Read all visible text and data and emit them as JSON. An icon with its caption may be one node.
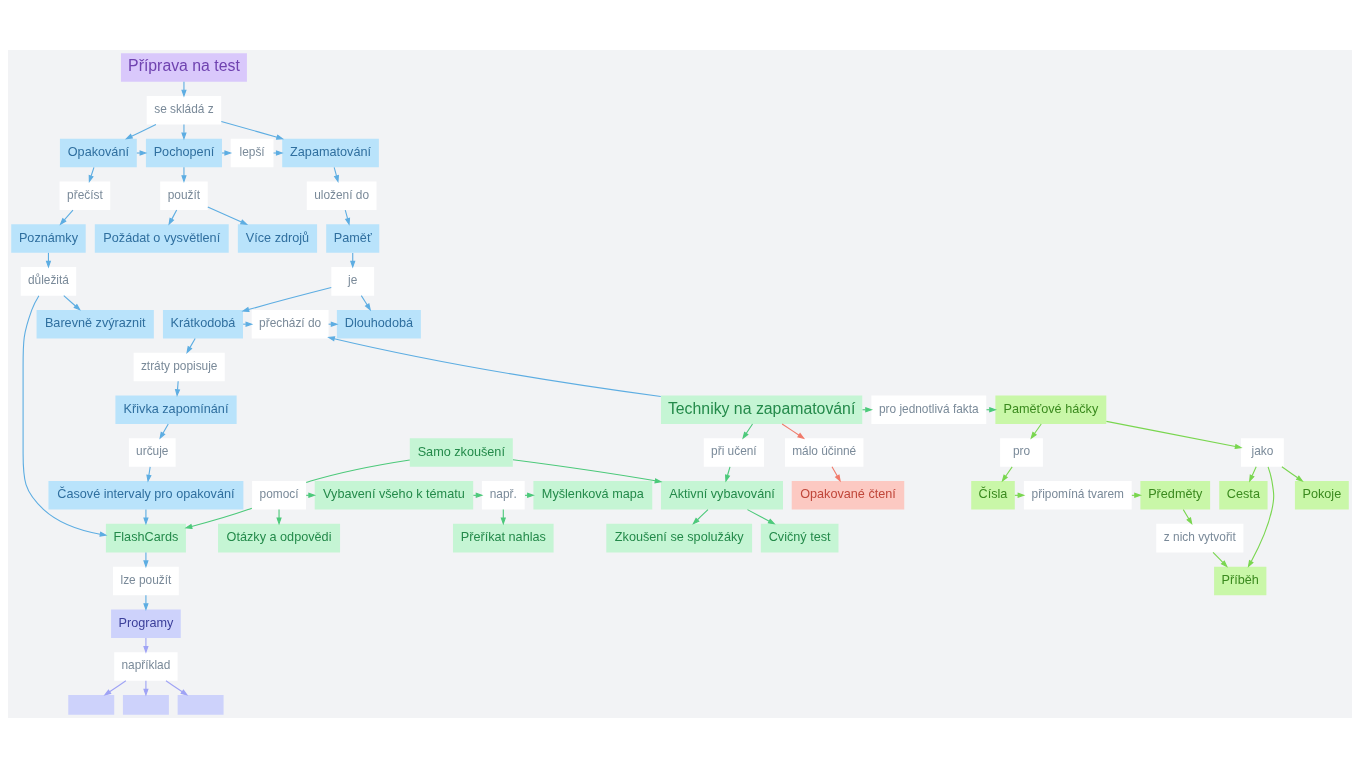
{
  "diagram": {
    "nodes": [
      {
        "text": [
          "Příprava na test"
        ]
      },
      {
        "text": [
          "se skládá z"
        ]
      },
      {
        "text": [
          "Opakování"
        ]
      },
      {
        "text": [
          "Pochopení"
        ]
      },
      {
        "text": [
          "Zapamatování"
        ]
      },
      {
        "text": [
          "lepší"
        ]
      },
      {
        "text": [
          "přečíst"
        ]
      },
      {
        "text": [
          "Poznámky"
        ]
      },
      {
        "text": [
          "použít"
        ]
      },
      {
        "text": [
          "Více zdrojů"
        ]
      },
      {
        "text": [
          "Požádat o vysvětlení"
        ]
      },
      {
        "text": [
          "uložení do"
        ]
      },
      {
        "text": [
          "Paměť"
        ]
      },
      {
        "text": [
          "je"
        ]
      },
      {
        "text": [
          "Krátkodobá"
        ]
      },
      {
        "text": [
          "Dlouhodobá"
        ]
      },
      {
        "text": [
          "přechází do"
        ]
      },
      {
        "text": [
          "důležitá"
        ]
      },
      {
        "text": [
          "Barevně zvýraznit"
        ]
      },
      {
        "text": [
          "ztráty popisuje"
        ]
      },
      {
        "text": [
          "Křivka zapomínání"
        ]
      },
      {
        "text": [
          "určuje"
        ]
      },
      {
        "text": [
          "Časové intervaly pro opakování"
        ]
      },
      {
        "text": [
          "FlashCards"
        ]
      },
      {
        "text": [
          "Techniky na zapamatování"
        ]
      },
      {
        "text": [
          "málo účinné"
        ]
      },
      {
        "text": [
          "Opakované čtení"
        ]
      },
      {
        "text": [
          "pro jednotlivá fakta"
        ]
      },
      {
        "text": [
          "Paměťové háčky"
        ]
      },
      {
        "text": [
          "pro"
        ]
      },
      {
        "text": [
          "Čísla"
        ]
      },
      {
        "text": [
          "připomíná tvarem"
        ]
      },
      {
        "text": [
          "Předměty"
        ]
      },
      {
        "text": [
          "z nich vytvořit"
        ]
      },
      {
        "text": [
          "Příběh"
        ]
      },
      {
        "text": [
          "jako"
        ]
      },
      {
        "text": [
          "Pokoje"
        ]
      },
      {
        "text": [
          "Cesta"
        ]
      },
      {
        "text": [
          "při učení"
        ]
      },
      {
        "text": [
          "Aktivní vybavování"
        ]
      },
      {
        "text": [
          "Cvičný test"
        ]
      },
      {
        "text": [
          "Zkoušení se spolužáky"
        ]
      },
      {
        "text": [
          "Samo zkoušení"
        ]
      },
      {
        "text": [
          "pomocí"
        ]
      },
      {
        "text": [
          "Vybavení všeho k tématu"
        ]
      },
      {
        "text": [
          "např."
        ]
      },
      {
        "text": [
          "Myšlenková mapa"
        ]
      },
      {
        "text": [
          "Přeříkat nahlas"
        ]
      },
      {
        "text": [
          "Otázky a odpovědi"
        ]
      },
      {
        "text": [
          "lze použít"
        ]
      },
      {
        "text": [
          "Programy"
        ]
      },
      {
        "text": [
          "například"
        ]
      },
      {
        "text": [],
        "shape": "box"
      },
      {
        "text": [],
        "shape": "box"
      },
      {
        "text": [],
        "shape": "box"
      }
    ],
    "edges": [
      {
        "from": 0,
        "to": 1,
        "arrow": "to"
      },
      {
        "from": 1,
        "to": 2,
        "arrow": "to"
      },
      {
        "from": 1,
        "to": 3,
        "arrow": "to"
      },
      {
        "from": 1,
        "to": 4,
        "arrow": "to"
      },
      {
        "from": 2,
        "to": 3,
        "arrow": "to"
      },
      {
        "from": 3,
        "to": 5,
        "arrow": "to"
      },
      {
        "from": 5,
        "to": 4,
        "arrow": "to"
      },
      {
        "from": 2,
        "to": 6,
        "arrow": "to"
      },
      {
        "from": 6,
        "to": 7,
        "arrow": "to"
      },
      {
        "from": 3,
        "to": 8,
        "arrow": "to"
      },
      {
        "from": 8,
        "to": 9,
        "arrow": "to"
      },
      {
        "from": 8,
        "to": 10,
        "arrow": "to"
      },
      {
        "from": 4,
        "to": 11,
        "arrow": "to"
      },
      {
        "from": 11,
        "to": 12,
        "arrow": "to"
      },
      {
        "from": 12,
        "to": 13,
        "arrow": "to"
      },
      {
        "from": 13,
        "to": 14,
        "arrow": "to"
      },
      {
        "from": 13,
        "to": 15,
        "arrow": "to"
      },
      {
        "from": 14,
        "to": 16,
        "arrow": "to"
      },
      {
        "from": 16,
        "to": 15,
        "arrow": "to"
      },
      {
        "from": 24,
        "to": 16,
        "arrow": "to"
      },
      {
        "from": 7,
        "to": 17,
        "arrow": "to"
      },
      {
        "from": 17,
        "to": 18,
        "arrow": "to"
      },
      {
        "from": 17,
        "to": 23,
        "arrow": "to"
      },
      {
        "from": 14,
        "to": 19,
        "arrow": "to"
      },
      {
        "from": 19,
        "to": 20,
        "arrow": "to"
      },
      {
        "from": 20,
        "to": 21,
        "arrow": "to"
      },
      {
        "from": 21,
        "to": 22,
        "arrow": "to"
      },
      {
        "from": 22,
        "to": 23,
        "arrow": "to"
      },
      {
        "from": 24,
        "to": 25,
        "arrow": "to",
        "color": "#f07a6a"
      },
      {
        "from": 25,
        "to": 26,
        "arrow": "to",
        "color": "#f07a6a"
      },
      {
        "from": 24,
        "to": 27,
        "arrow": "to",
        "color": "#4cc97a"
      },
      {
        "from": 27,
        "to": 28,
        "arrow": "to",
        "color": "#4cc97a"
      },
      {
        "from": 28,
        "to": 29,
        "arrow": "to",
        "color": "#79d64f"
      },
      {
        "from": 29,
        "to": 30,
        "arrow": "to",
        "color": "#79d64f"
      },
      {
        "from": 30,
        "to": 31,
        "arrow": "to",
        "color": "#79d64f"
      },
      {
        "from": 31,
        "to": 32,
        "arrow": "to",
        "color": "#79d64f"
      },
      {
        "from": 32,
        "to": 33,
        "arrow": "to",
        "color": "#79d64f"
      },
      {
        "from": 33,
        "to": 34,
        "arrow": "to",
        "color": "#79d64f"
      },
      {
        "from": 28,
        "to": 35,
        "arrow": "to",
        "color": "#79d64f"
      },
      {
        "from": 35,
        "to": 34,
        "arrow": "to",
        "color": "#79d64f"
      },
      {
        "from": 35,
        "to": 36,
        "arrow": "to",
        "color": "#79d64f"
      },
      {
        "from": 35,
        "to": 37,
        "arrow": "to",
        "color": "#79d64f"
      },
      {
        "from": 24,
        "to": 38,
        "arrow": "to",
        "color": "#4cc97a"
      },
      {
        "from": 38,
        "to": 39,
        "arrow": "to",
        "color": "#4cc97a"
      },
      {
        "from": 39,
        "to": 40,
        "arrow": "to",
        "color": "#4cc97a"
      },
      {
        "from": 39,
        "to": 41,
        "arrow": "to",
        "color": "#4cc97a"
      },
      {
        "from": 42,
        "to": 39,
        "arrow": "to",
        "color": "#4cc97a"
      },
      {
        "from": 42,
        "to": 43,
        "arrow": "none",
        "color": "#4cc97a"
      },
      {
        "from": 43,
        "to": 23,
        "arrow": "to",
        "color": "#4cc97a"
      },
      {
        "from": 43,
        "to": 44,
        "arrow": "to",
        "color": "#4cc97a"
      },
      {
        "from": 43,
        "to": 48,
        "arrow": "to",
        "color": "#4cc97a"
      },
      {
        "from": 44,
        "to": 45,
        "arrow": "to",
        "color": "#4cc97a"
      },
      {
        "from": 45,
        "to": 46,
        "arrow": "to",
        "color": "#4cc97a"
      },
      {
        "from": 45,
        "to": 47,
        "arrow": "to",
        "color": "#4cc97a"
      },
      {
        "from": 23,
        "to": 49,
        "arrow": "to"
      },
      {
        "from": 49,
        "to": 50,
        "arrow": "to"
      },
      {
        "from": 50,
        "to": 51,
        "arrow": "to",
        "color": "#9fa3f5"
      },
      {
        "from": 51,
        "to": 52,
        "arrow": "to",
        "color": "#9fa3f5"
      },
      {
        "from": 51,
        "to": 53,
        "arrow": "to",
        "color": "#9fa3f5"
      },
      {
        "from": 51,
        "to": 54,
        "arrow": "to",
        "color": "#9fa3f5"
      }
    ]
  }
}
